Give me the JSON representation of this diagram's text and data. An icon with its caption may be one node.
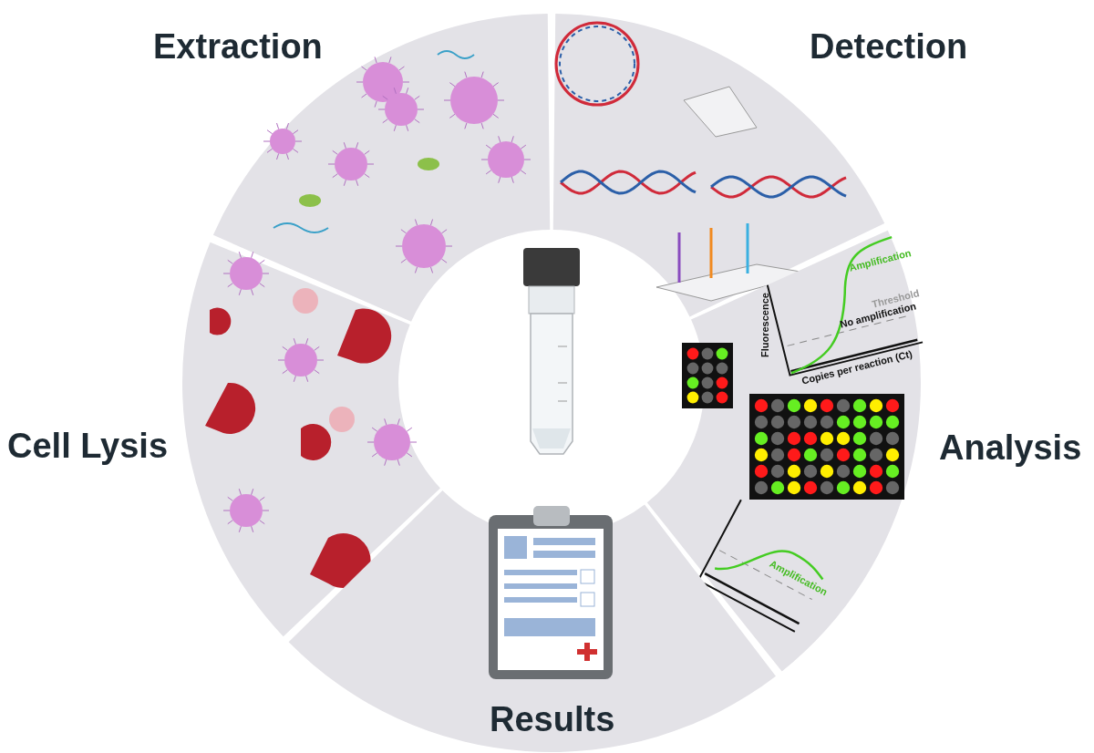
{
  "diagram": {
    "nodes": [
      {
        "text": [
          "Extraction"
        ]
      },
      {
        "text": [
          "Detection"
        ]
      },
      {
        "text": [
          "Cell Lysis"
        ]
      },
      {
        "text": [],
        "shape": "picture"
      },
      {
        "text": [
          "Analysis"
        ]
      },
      {
        "text": [
          "Results"
        ]
      }
    ],
    "edges": [],
    "labels": [
      "Amplification",
      "Threshold",
      "No amplification",
      "Fluorescence",
      "Copies per reaction (Ct)",
      "Amplification"
    ]
  }
}
